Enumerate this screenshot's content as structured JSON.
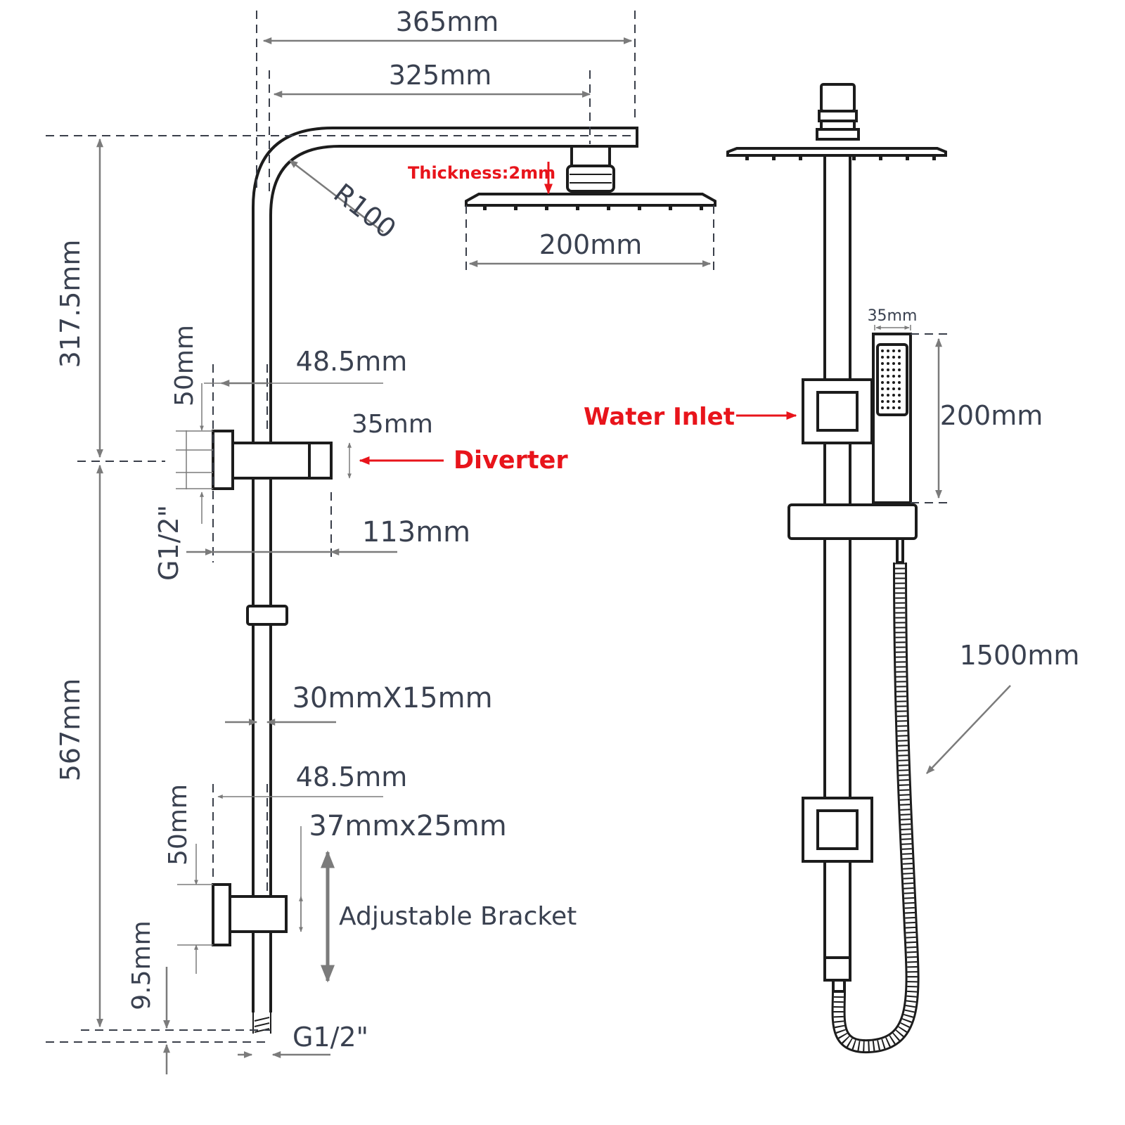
{
  "dimensions": {
    "width_365": "365mm",
    "width_325": "325mm",
    "radius": "R100",
    "thickness": "Thickness:2mm",
    "head_200": "200mm",
    "height_317": "317.5mm",
    "height_567": "567mm",
    "diverter_offset": "48.5mm",
    "diverter_50": "50mm",
    "diverter_35": "35mm",
    "diverter_g12": "G1/2\"",
    "diverter_113": "113mm",
    "rail_section": "30mmX15mm",
    "bracket_offset": "48.5mm",
    "bracket_50": "50mm",
    "bracket_size": "37mmx25mm",
    "bottom_9_5": "9.5mm",
    "bottom_g12": "G1/2\"",
    "hand_width": "35mm",
    "hand_length": "200mm",
    "hose_length": "1500mm"
  },
  "labels": {
    "diverter": "Diverter",
    "water_inlet": "Water Inlet",
    "adjustable_bracket": "Adjustable Bracket"
  },
  "colors": {
    "outline": "#1c1c1c",
    "dimension": "#7b7b7b",
    "text": "#3a4150",
    "accent_red": "#e8141b"
  }
}
